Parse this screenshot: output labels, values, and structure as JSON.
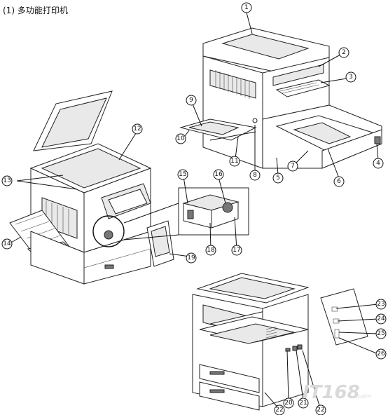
{
  "heading": "(1) 多功能打印机",
  "watermark": {
    "text": "IT168",
    "sub": ".com"
  },
  "callouts": {
    "c1": "1",
    "c2": "2",
    "c3": "3",
    "c4": "4",
    "c5": "5",
    "c6": "6",
    "c7": "7",
    "c8": "8",
    "c9": "9",
    "c10": "10",
    "c11": "11",
    "c12": "12",
    "c13": "13",
    "c14": "14",
    "c15": "15",
    "c16": "16",
    "c17": "17",
    "c18": "18",
    "c19": "19",
    "c20": "20",
    "c21": "21",
    "c22a": "22",
    "c22b": "22",
    "c23": "23",
    "c24": "24",
    "c25": "25",
    "c26": "26"
  }
}
